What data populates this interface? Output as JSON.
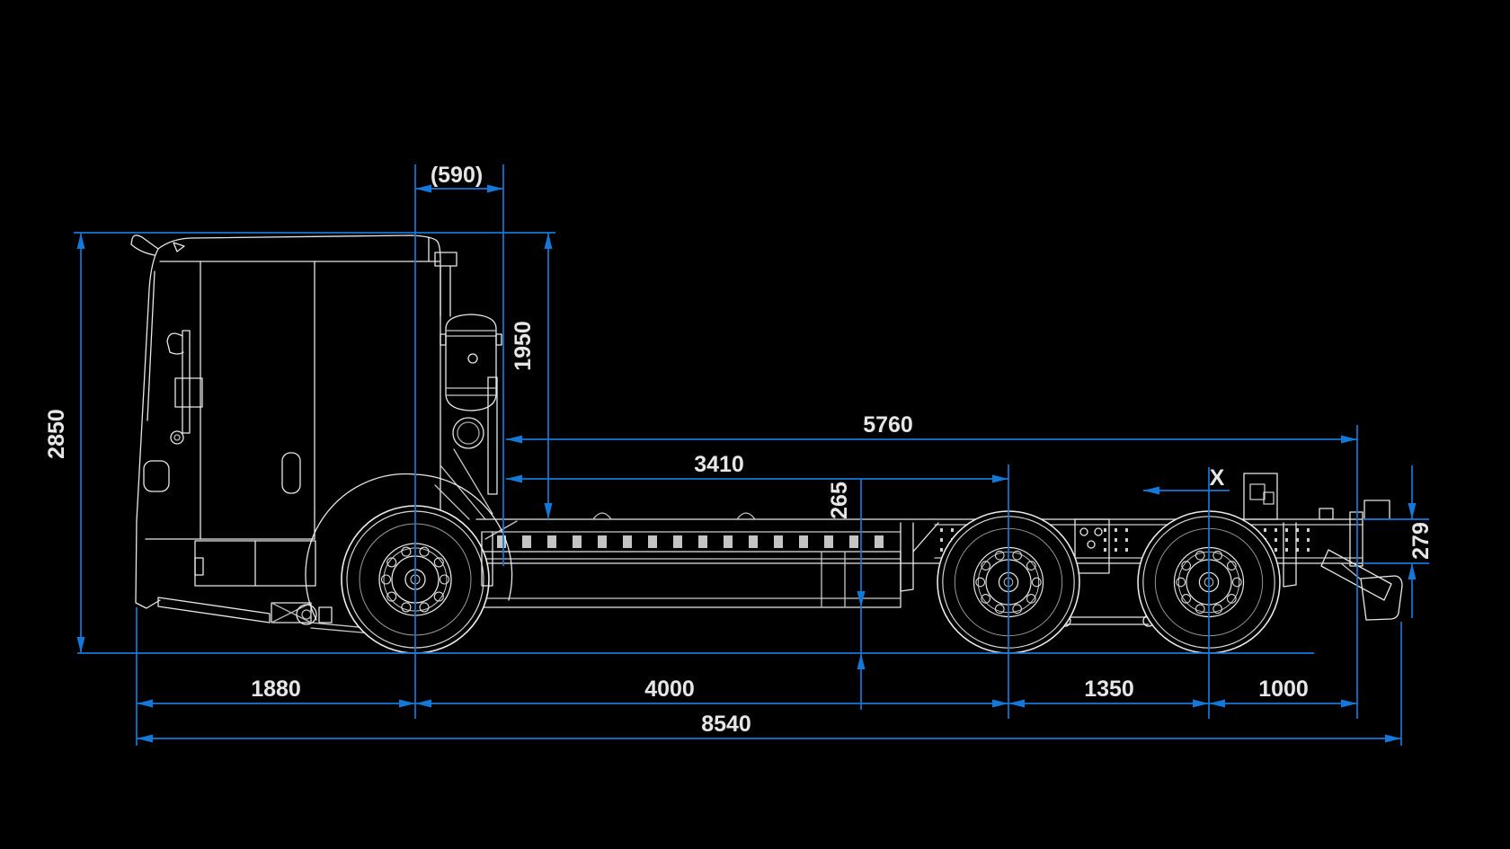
{
  "diagram": {
    "type": "technical-dimension-drawing",
    "subject": "truck chassis side view with three axles",
    "colors": {
      "background": "#000000",
      "dimension_line": "#1478d8",
      "drawing_line": "#e8e8e8",
      "dimension_text": "#e6e6e6"
    },
    "dimensions": {
      "d590": "(590)",
      "d1950": "1950",
      "d2850": "2850",
      "d5760": "5760",
      "d3410": "3410",
      "d265": "265",
      "dX": "X",
      "d279": "279",
      "d1880": "1880",
      "d4000": "4000",
      "d1350": "1350",
      "d1000": "1000",
      "d8540": "8540"
    }
  }
}
